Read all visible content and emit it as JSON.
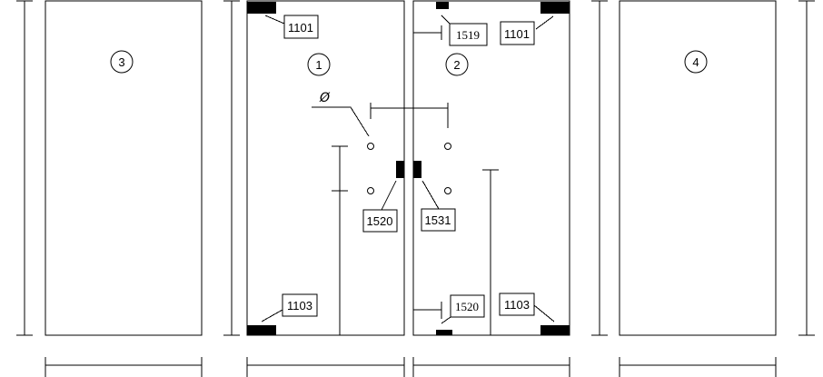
{
  "panels": [
    {
      "id": "panel-3",
      "number": "3"
    },
    {
      "id": "panel-1",
      "number": "1"
    },
    {
      "id": "panel-2",
      "number": "2"
    },
    {
      "id": "panel-4",
      "number": "4"
    }
  ],
  "tags": {
    "top_left_patch": "1101",
    "top_right_patch": "1101",
    "bottom_left_patch": "1103",
    "bottom_right_patch": "1103",
    "top_pivot": "1519",
    "bottom_pivot": "1520",
    "lock_left": "1520",
    "lock_right": "1531"
  },
  "symbols": {
    "diameter": "Ø"
  }
}
